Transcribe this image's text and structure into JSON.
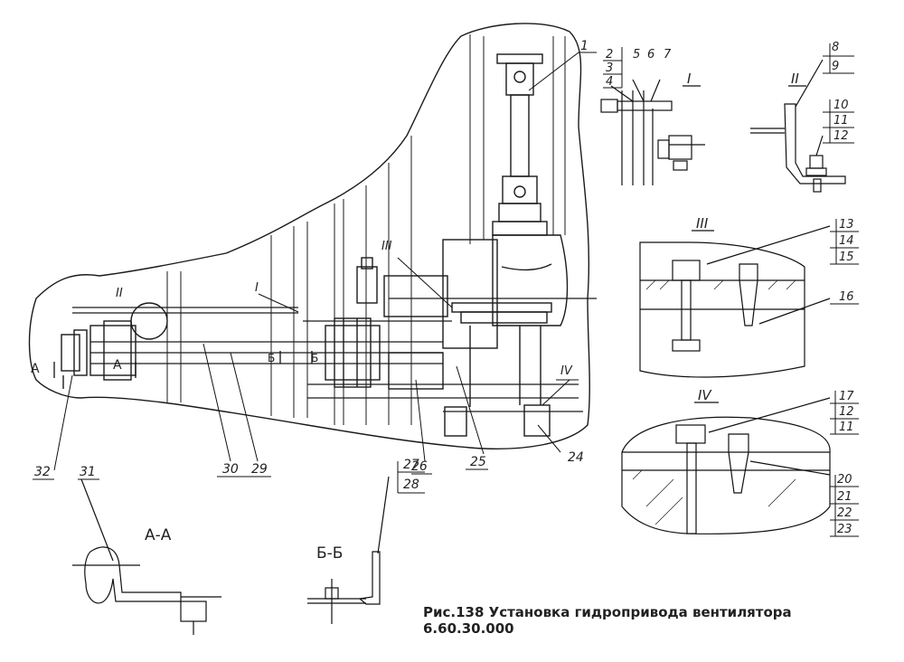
{
  "caption": {
    "line1": "Рис.138  Установка гидропривода вентилятора",
    "line2": "6.60.30.000"
  },
  "section_titles": {
    "aa": "А-А",
    "bb": "Б-Б"
  },
  "main_markers": {
    "A_left": "А",
    "A_right": "А",
    "B_left": "Б",
    "B_right": "Б"
  },
  "view_marks": {
    "I": "I",
    "II": "II",
    "III": "III",
    "IV": "IV"
  },
  "callouts": {
    "c1": "1",
    "c2": "2",
    "c3": "3",
    "c4": "4",
    "c5": "5",
    "c6": "6",
    "c7": "7",
    "c8": "8",
    "c9": "9",
    "c10": "10",
    "c11": "11",
    "c12": "12",
    "c13": "13",
    "c14": "14",
    "c15": "15",
    "c16": "16",
    "c17": "17",
    "c18": "12",
    "c19": "11",
    "c20": "20",
    "c21": "21",
    "c22": "22",
    "c23": "23",
    "c24": "24",
    "c25": "25",
    "c26": "26",
    "c27": "27",
    "c28": "28",
    "c29": "29",
    "c30": "30",
    "c31": "31",
    "c32": "32"
  },
  "detail_titles": {
    "I": "I",
    "II": "II",
    "III": "III",
    "IV": "IV"
  }
}
